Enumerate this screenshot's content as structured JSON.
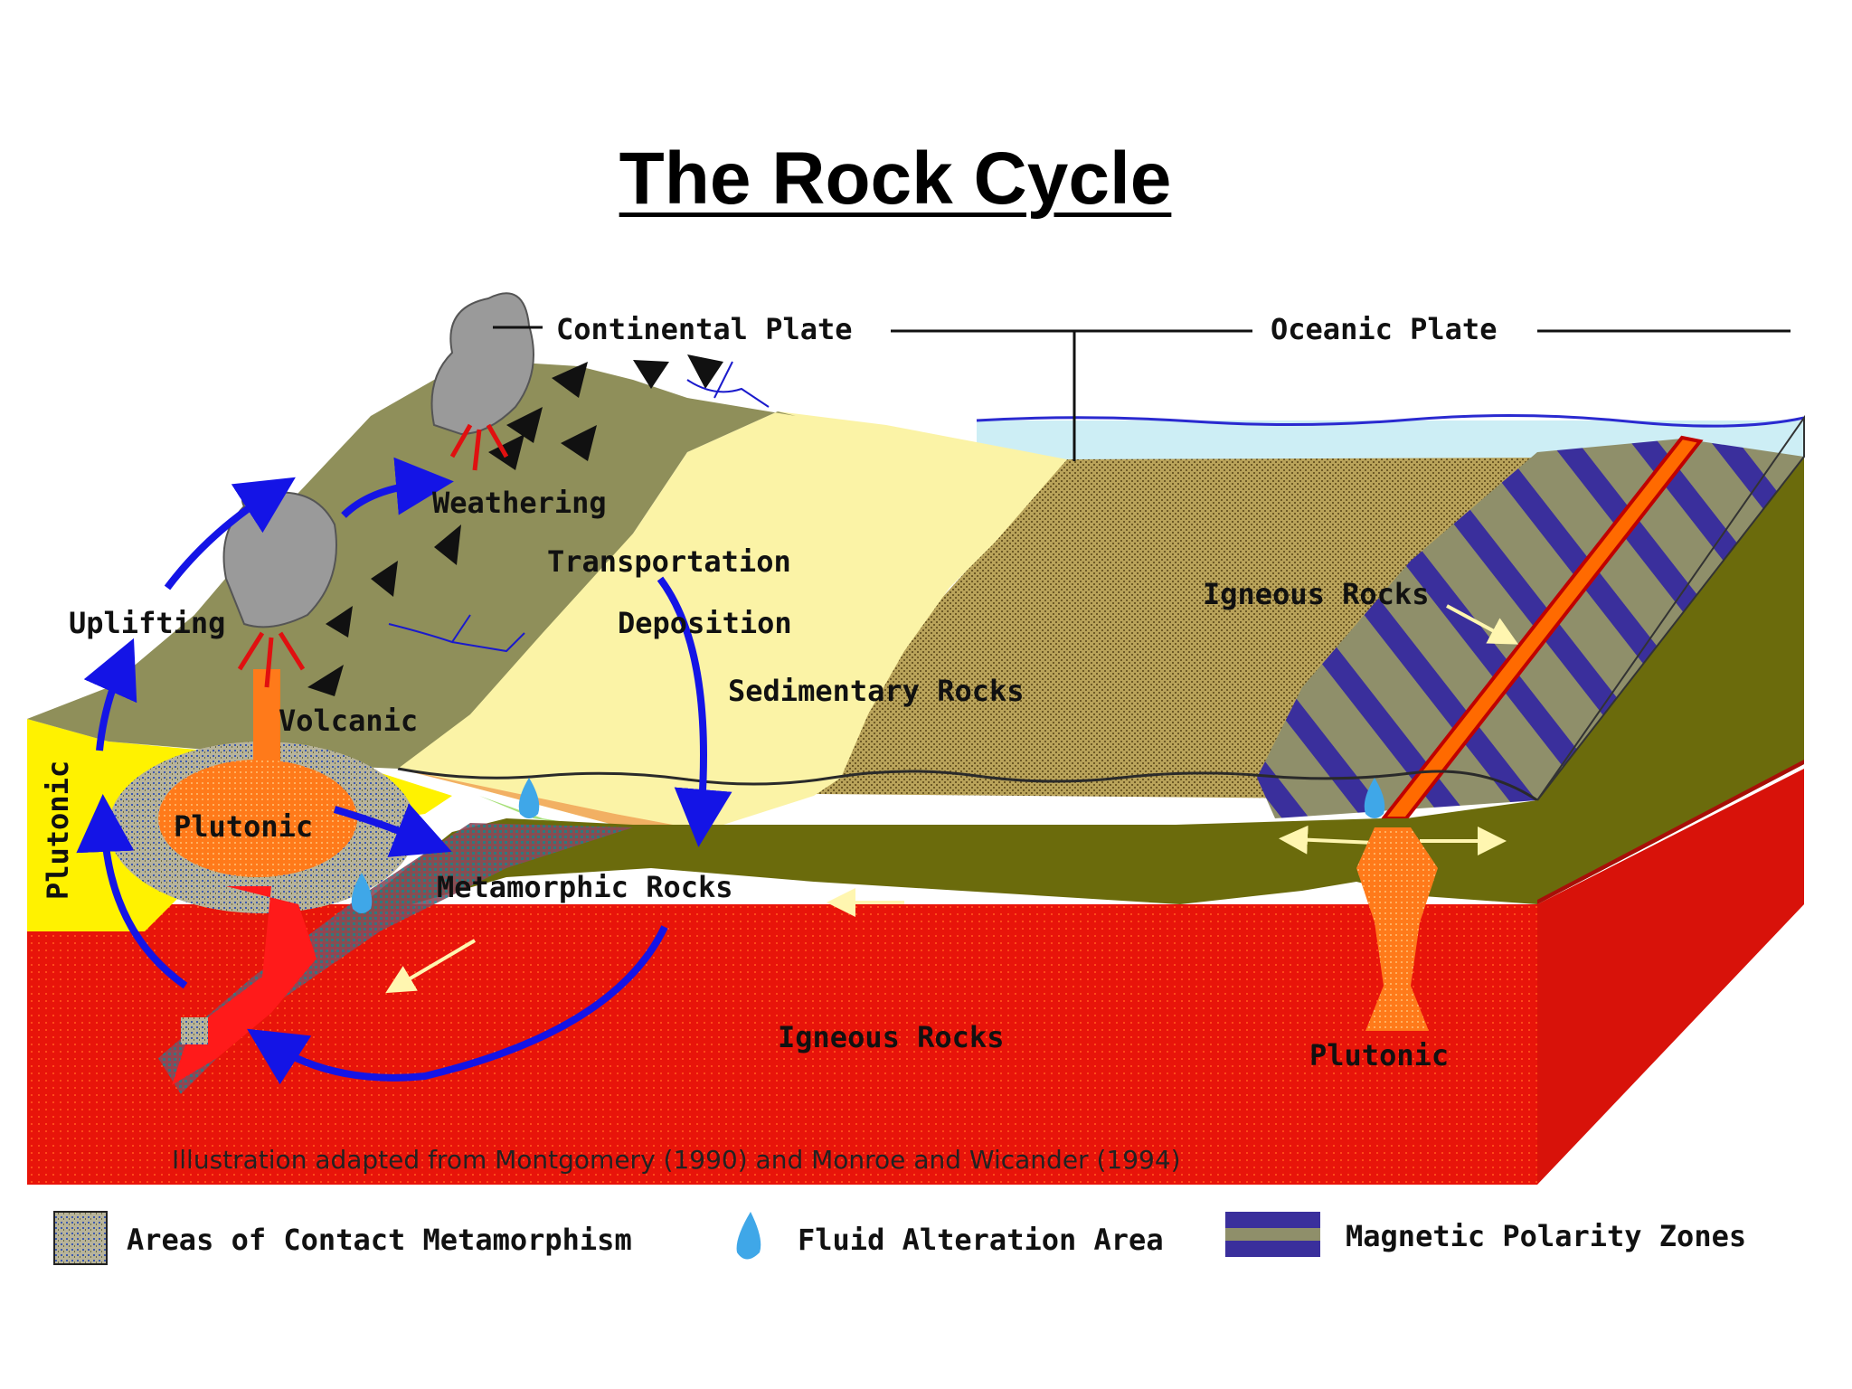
{
  "title": "The Rock Cycle",
  "labels": {
    "continental_plate": "Continental Plate",
    "oceanic_plate": "Oceanic Plate",
    "weathering": "Weathering",
    "transportation": "Transportation",
    "deposition": "Deposition",
    "uplifting": "Uplifting",
    "volcanic": "Volcanic",
    "sedimentary_rocks": "Sedimentary Rocks",
    "igneous_rocks_ocean": "Igneous Rocks",
    "plutonic_side": "Plutonic",
    "plutonic_center": "Plutonic",
    "metamorphic_rocks": "Metamorphic Rocks",
    "igneous_rocks_mantle": "Igneous Rocks",
    "plutonic_ridge": "Plutonic"
  },
  "credit": "Illustration adapted from Montgomery (1990) and Monroe and Wicander (1994)",
  "legend": {
    "contact_metamorphism": "Areas of Contact Metamorphism",
    "fluid_alteration": "Fluid Alteration Area",
    "magnetic_polarity": "Magnetic Polarity Zones"
  },
  "colors": {
    "mantle": "#e8140a",
    "crust_side": "#6b6b0c",
    "continent": "#8f8f5a",
    "sediment_light": "#fbf3a6",
    "sediment_dark": "#a98f42",
    "ocean": "#cdeef5",
    "polarity": "#3a2f9c",
    "arrow": "#1414e6",
    "plutonic": "#fff200",
    "magma": "#ff6a00",
    "fluid": "#3fa7e8",
    "ash": "#9a9a9a"
  }
}
